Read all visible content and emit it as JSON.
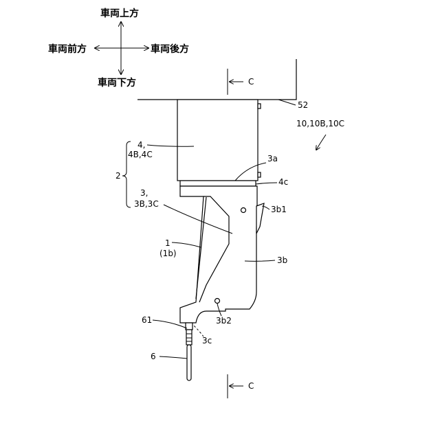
{
  "orientation": {
    "up": "車両上方",
    "front": "車両前方",
    "rear": "車両後方",
    "down": "車両下方"
  },
  "section": {
    "top": "C",
    "bottom": "C"
  },
  "labels": {
    "ref52": "52",
    "ref_group": "10,10B,10C",
    "ref4_line1": "4,",
    "ref4_line2": "4B,4C",
    "ref2": "2",
    "ref3a": "3a",
    "ref4c": "4c",
    "ref3_line1": "3,",
    "ref3_line2": "3B,3C",
    "ref3b1": "3b1",
    "ref1": "1",
    "ref1b": "(1b)",
    "ref3b": "3b",
    "ref3b2": "3b2",
    "ref61": "61",
    "ref3c": "3c",
    "ref6": "6"
  }
}
